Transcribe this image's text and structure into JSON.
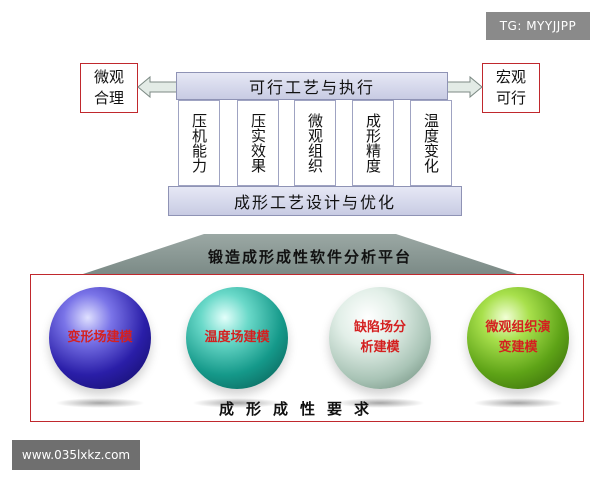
{
  "watermarks": {
    "tg": "TG: MYYJJPP",
    "url": "www.035lxkz.com"
  },
  "top_bar": "可行工艺与执行",
  "bottom_bar": "成形工艺设计与优化",
  "left_box": "微观\n合理",
  "right_box": "宏观\n可行",
  "columns": [
    "压机能力",
    "压实效果",
    "微观组织",
    "成形精度",
    "温度变化"
  ],
  "platform_label": "锻造成形成性软件分析平台",
  "spheres": [
    {
      "label": "变形场建模"
    },
    {
      "label": "温度场建模"
    },
    {
      "label": "缺陷场分\n析建模"
    },
    {
      "label": "微观组织演\n变建模"
    }
  ],
  "requirement_label": "成形成性要求",
  "colors": {
    "frame": "#c0282d",
    "sphere_text": "#d42020",
    "sphere_1": "#2a1ea8",
    "sphere_2": "#15998a",
    "sphere_3": "#a9c4b6",
    "sphere_4": "#5ea317",
    "arrow_fill": "#e3ebe6"
  }
}
